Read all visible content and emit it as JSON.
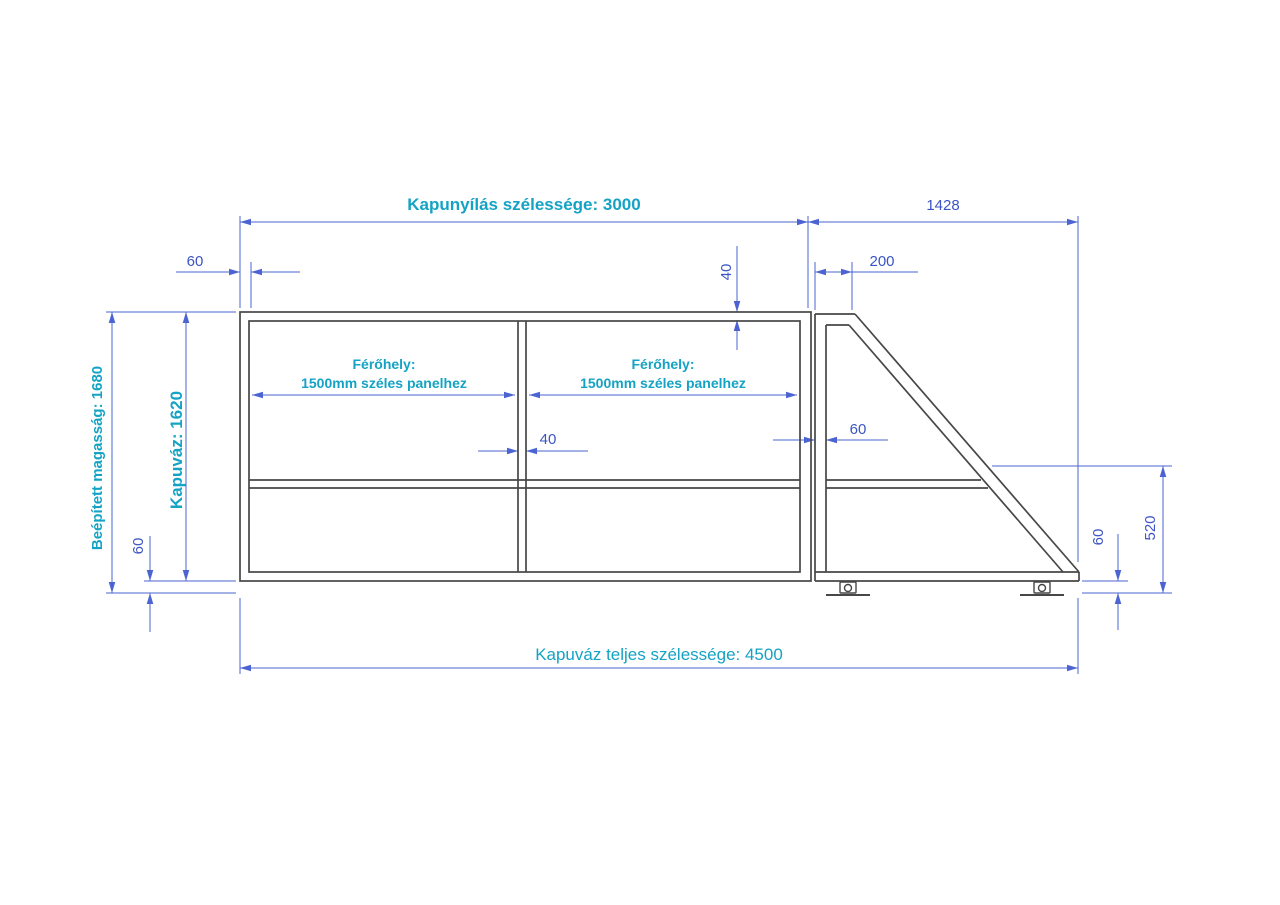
{
  "colors": {
    "accent_teal": "#14a3c4",
    "dim_blue": "#3b54c4",
    "line_blue": "#4b64d2",
    "drawing": "#474747"
  },
  "labels": {
    "opening_width": "Kapunyílás szélessége: 3000",
    "tail_width": "1428",
    "left_frame_thickness": "60",
    "tail_top_length": "200",
    "top_rail_thickness": "40",
    "built_in_height": "Beépített magasság: 1680",
    "frame_height": "Kapuváz: 1620",
    "ground_clearance_left": "60",
    "panel_space_line1": "Férőhely:",
    "panel_space_line2": "1500mm széles panelhez",
    "mid_post_thickness": "40",
    "right_post_thickness": "60",
    "tail_height": "520",
    "ground_clearance_right": "60",
    "total_width": "Kapuváz teljes szélessége: 4500"
  }
}
